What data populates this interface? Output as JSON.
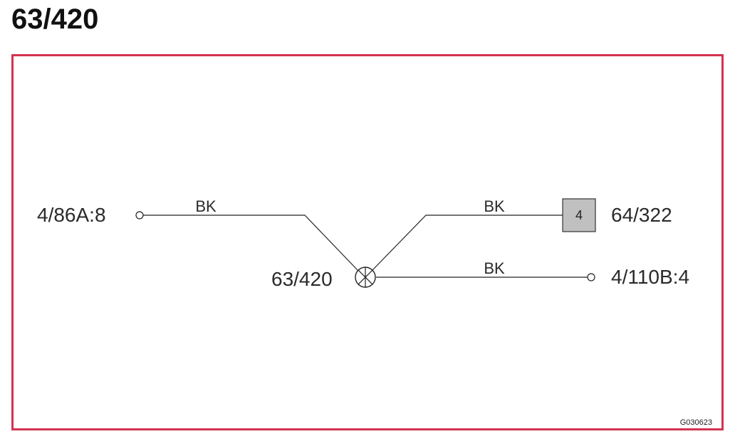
{
  "page": {
    "title": "63/420"
  },
  "diagram": {
    "frame_color": "#d2334f",
    "splice": {
      "label": "63/420"
    },
    "left_terminal": {
      "label": "4/86A:8"
    },
    "right_connector": {
      "label": "64/322",
      "pin": "4"
    },
    "right_terminal": {
      "label": "4/110B:4"
    },
    "wires": [
      {
        "color_code": "BK"
      },
      {
        "color_code": "BK"
      },
      {
        "color_code": "BK"
      }
    ],
    "reference_code": "G030623"
  }
}
